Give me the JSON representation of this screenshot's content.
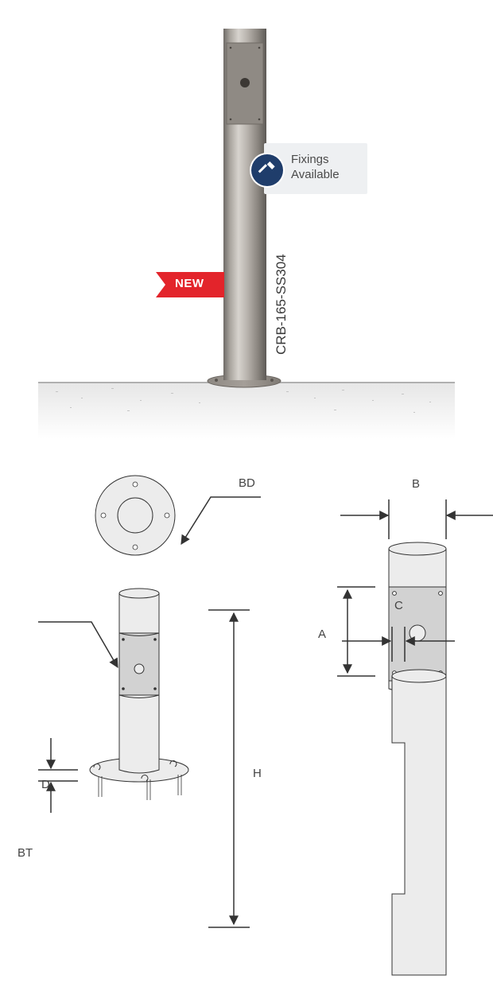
{
  "callout": {
    "icon": "bolt-fixing-icon",
    "line1": "Fixings",
    "line2": "Available"
  },
  "badge": {
    "label": "NEW",
    "color": "#e3242b"
  },
  "product": {
    "code": "CRB-165-SS304"
  },
  "dimensions": {
    "base_diameter": "BD",
    "door_width": "B",
    "door_height": "A",
    "height": "H",
    "diameter": "D",
    "base_thickness": "BT",
    "cutout": "C"
  },
  "colors": {
    "icon_bg": "#1f3d6b",
    "callout_bg": "#eef0f2",
    "line": "#333333"
  }
}
